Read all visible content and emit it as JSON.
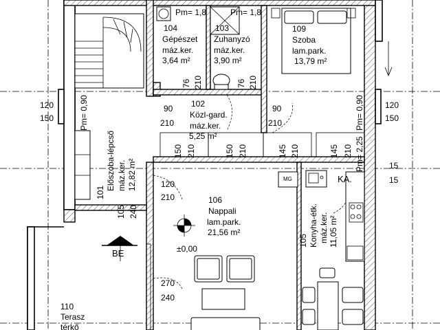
{
  "rooms": {
    "r104": {
      "number": "104",
      "name": "Gépészet",
      "floor": "máz.ker.",
      "area": "3,64 m²"
    },
    "r103": {
      "number": "103",
      "name": "Zuhanyzó",
      "floor": "máz.ker.",
      "area": "3,90 m²"
    },
    "r109": {
      "number": "109",
      "name": "Szoba",
      "floor": "lam.park.",
      "area": "13,79 m²"
    },
    "r102": {
      "number": "102",
      "name": "Közl-gard.",
      "floor": "máz.ker.",
      "area": "5,25 m²"
    },
    "r101": {
      "number": "101",
      "name": "Előszoba-lépcső",
      "floor": "máz.ker.",
      "area": "12,82 m²"
    },
    "r106": {
      "number": "106",
      "name": "Nappali",
      "floor": "lam.park.",
      "area": "21,56 m²"
    },
    "r105": {
      "number": "105",
      "name": "Konyha-étk.",
      "floor": "máz.ker.",
      "area": "11,05 m²"
    },
    "r110": {
      "number": "110",
      "name": "Terasz",
      "floor": "térkő"
    }
  },
  "annotations": {
    "pm_top_left": "Pm= 1,8",
    "pm_top_right": "Pm= 1,8",
    "pm_left": "Pm= 0,90",
    "pm_right": "Pm= 0,90",
    "pm_kitchen": "Pm= 2,25",
    "elevation": "±0,00",
    "entrance": "BE",
    "mg": "MG",
    "ka": "KA.",
    "arrow_down": "V"
  },
  "dimensions": {
    "d76a": "76",
    "d210a": "210",
    "d76b": "76",
    "d210b": "210",
    "d90a": "90",
    "d210c": "210",
    "d90b": "90",
    "d210d": "210",
    "d150a": "150",
    "d210e": "210",
    "d150b": "150",
    "d210f": "210",
    "d145a": "145",
    "d210g": "210",
    "d145b": "145",
    "d210h": "210",
    "left120": "120",
    "left150": "150",
    "right120": "120",
    "right150": "150",
    "right15a": "15",
    "right15b": "15",
    "d105": "105",
    "d240a": "240",
    "d120b": "120",
    "d210i": "210",
    "d270": "270",
    "d240b": "240"
  }
}
